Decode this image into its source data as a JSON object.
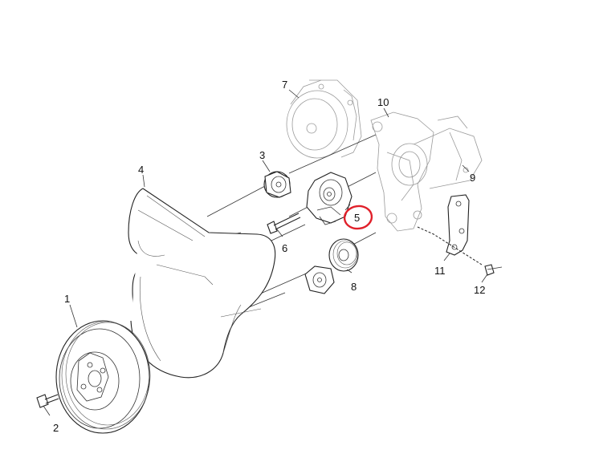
{
  "callouts": {
    "c1": "1",
    "c2": "2",
    "c3": "3",
    "c4": "4",
    "c5": "5",
    "c6": "6",
    "c7": "7",
    "c8": "8",
    "c9": "9",
    "c10": "10",
    "c11": "11",
    "c12": "12"
  },
  "colors": {
    "highlight": "#e0202a",
    "line": "#222222",
    "ghost": "#9a9a9a"
  }
}
